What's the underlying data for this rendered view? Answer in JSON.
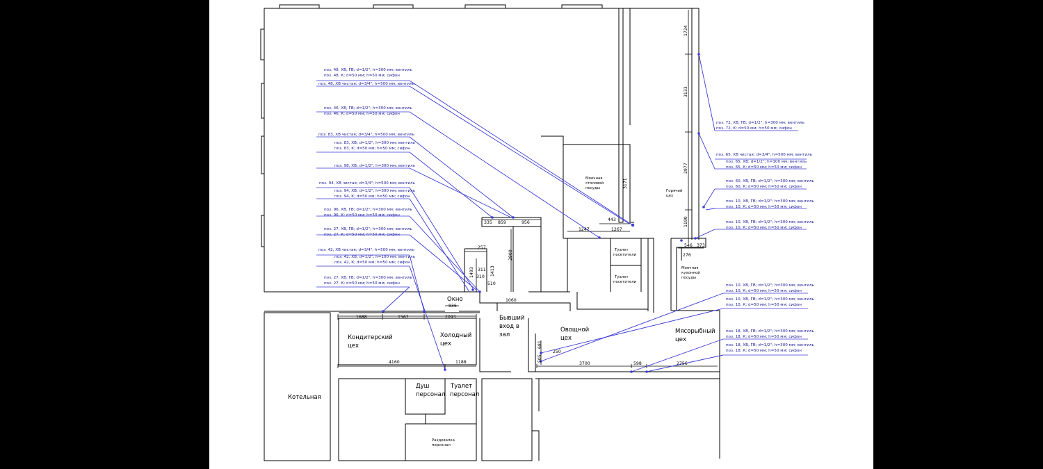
{
  "rooms": {
    "confectionery_1": "Кондитерский",
    "confectionery_2": "цех",
    "cold_1": "Холодный",
    "cold_2": "цех",
    "window_label": "Окно",
    "former_entry_1": "Бывший",
    "former_entry_2": "вход в",
    "former_entry_3": "зал",
    "vegetable_1": "Овощной",
    "vegetable_2": "цех",
    "meatfish_1": "Мясорыбный",
    "meatfish_2": "цех",
    "boiler": "Котельная",
    "shower_1": "Душ",
    "shower_2": "персонал",
    "staff_wc_1": "Туалет",
    "staff_wc_2": "персонал",
    "locker_1": "Раздевалка",
    "locker_2": "персонал",
    "dishwash_table_1": "Моечная",
    "dishwash_table_2": "столовой",
    "dishwash_table_3": "посуды",
    "visitor_wc_a1": "Туалет",
    "visitor_wc_a2": "посетители",
    "visitor_wc_b1": "Туалет",
    "visitor_wc_b2": "посетители",
    "hot_1": "Горячий",
    "hot_2": "цех",
    "dishwash_kitchen_1": "Моечная",
    "dishwash_kitchen_2": "кухонной",
    "dishwash_kitchen_3": "посуды"
  },
  "dimensions": {
    "d1724": "1724",
    "d3133": "3133",
    "d2977": "2977",
    "d1190": "1190",
    "d3171": "3171",
    "d443": "443",
    "d1247": "1247",
    "d1267": "1267",
    "d335": "335",
    "d859": "859",
    "d956": "956",
    "d2900": "2900",
    "d257": "257",
    "d311": "311",
    "d1413": "1413",
    "d1493": "1493",
    "d310": "310",
    "d510": "510",
    "d836": "836",
    "d1060": "1060",
    "d1688": "1688",
    "d1567": "1567",
    "d2093": "2093",
    "d4160": "4160",
    "d1188": "1188",
    "d681": "681",
    "d505": "505",
    "d250": "250",
    "d3700": "3700",
    "d598": "598",
    "d2756": "2756",
    "d546": "546",
    "d373": "373",
    "d276": "276"
  },
  "notes_left": [
    "поз. 48, ХВ, ГВ; d=1/2\"; h=300 мм; вентиль",
    "поз. 48, К; d=50 мм; h=50 мм; сифон",
    "поз. 48, ХВ чистая; d=3/4\"; h=500 мм; вентиль",
    "поз. 46, ХВ, ГВ; d=1/2\"; h=300 мм; вентиль",
    "поз. 46, К; d=50 мм; h=50 мм; сифон",
    "поз. 83, ХВ чистая; d=3/4\"; h=500 мм; вентиль",
    "поз. 83, ХВ; d=1/2\"; h=300 мм; вентиль",
    "поз. 83, К; d=50 мм; h=50 мм; сифон",
    "поз. 98, ХВ; d=1/2\"; h=300 мм; вентиль",
    "поз. 94, ХВ чистая; d=3/4\"; h=500 мм; вентиль",
    "поз. 94, ХВ; d=1/2\"; h=300 мм; вентиль",
    "поз. 94, К; d=50 мм; h=50 мм; сифон",
    "поз. 96, ХВ, ГВ; d=1/2\"; h=300 мм; вентиль",
    "поз. 96, К; d=50 мм; h=50 мм; сифон",
    "поз. 27, ХВ, ГВ; d=1/2\"; h=300 мм; вентиль",
    "поз. 27, К; d=50 мм; h=50 мм; сифон",
    "поз. 42, ХВ чистая; d=3/4\"; h=500 мм; вентиль",
    "поз. 42, ХВ; d=1/2\"; h=100 мм; вентиль",
    "поз. 42, К; d=50 мм; h=50 мм; сифон",
    "поз. 27, ХВ, ГВ; d=1/2\"; h=300 мм; вентиль",
    "поз. 27, К; d=50 мм; h=50 мм; сифон"
  ],
  "notes_right": [
    "поз. 72, ХВ, ГВ; d=1/2\"; h=300 мм; вентиль",
    "поз. 72, К; d=50 мм; h=50 мм; сифон",
    "поз. 65, ХВ чистая; d=3/4\"; h=500 мм; вентиль",
    "поз. 65, ХВ; d=1/2\"; h=300 мм; вентиль",
    "поз. 65, К; d=50 мм; h=50 мм; сифон",
    "поз. 60, ХВ, ГВ; d=1/2\"; h=300 мм; вентиль",
    "поз. 60, К; d=50 мм; h=50 мм; сифон",
    "поз. 10, ХВ, ГВ; d=1/2\"; h=300 мм; вентиль",
    "поз. 10, К; d=50 мм; h=50 мм; сифон",
    "поз. 10, ХВ, ГВ; d=1/2\"; h=300 мм; вентиль",
    "поз. 10, К; d=50 мм; h=50 мм; сифон",
    "поз. 10, ХВ, ГВ; d=1/2\"; h=300 мм; вентиль",
    "поз. 10, К; d=50 мм; h=50 мм; сифон",
    "поз. 10, ХВ, ГВ; d=1/2\"; h=300 мм; вентиль",
    "поз. 10, К; d=50 мм; h=50 мм; сифон",
    "поз. 18, ХВ, ГВ; d=1/2\"; h=300 мм; вентиль",
    "поз. 18, К; d=50 мм; h=50 мм; сифон",
    "поз. 18, ХВ, ГВ; d=1/2\"; h=300 мм; вентиль",
    "поз. 18, К; d=50 мм; h=50 мм; сифон"
  ]
}
